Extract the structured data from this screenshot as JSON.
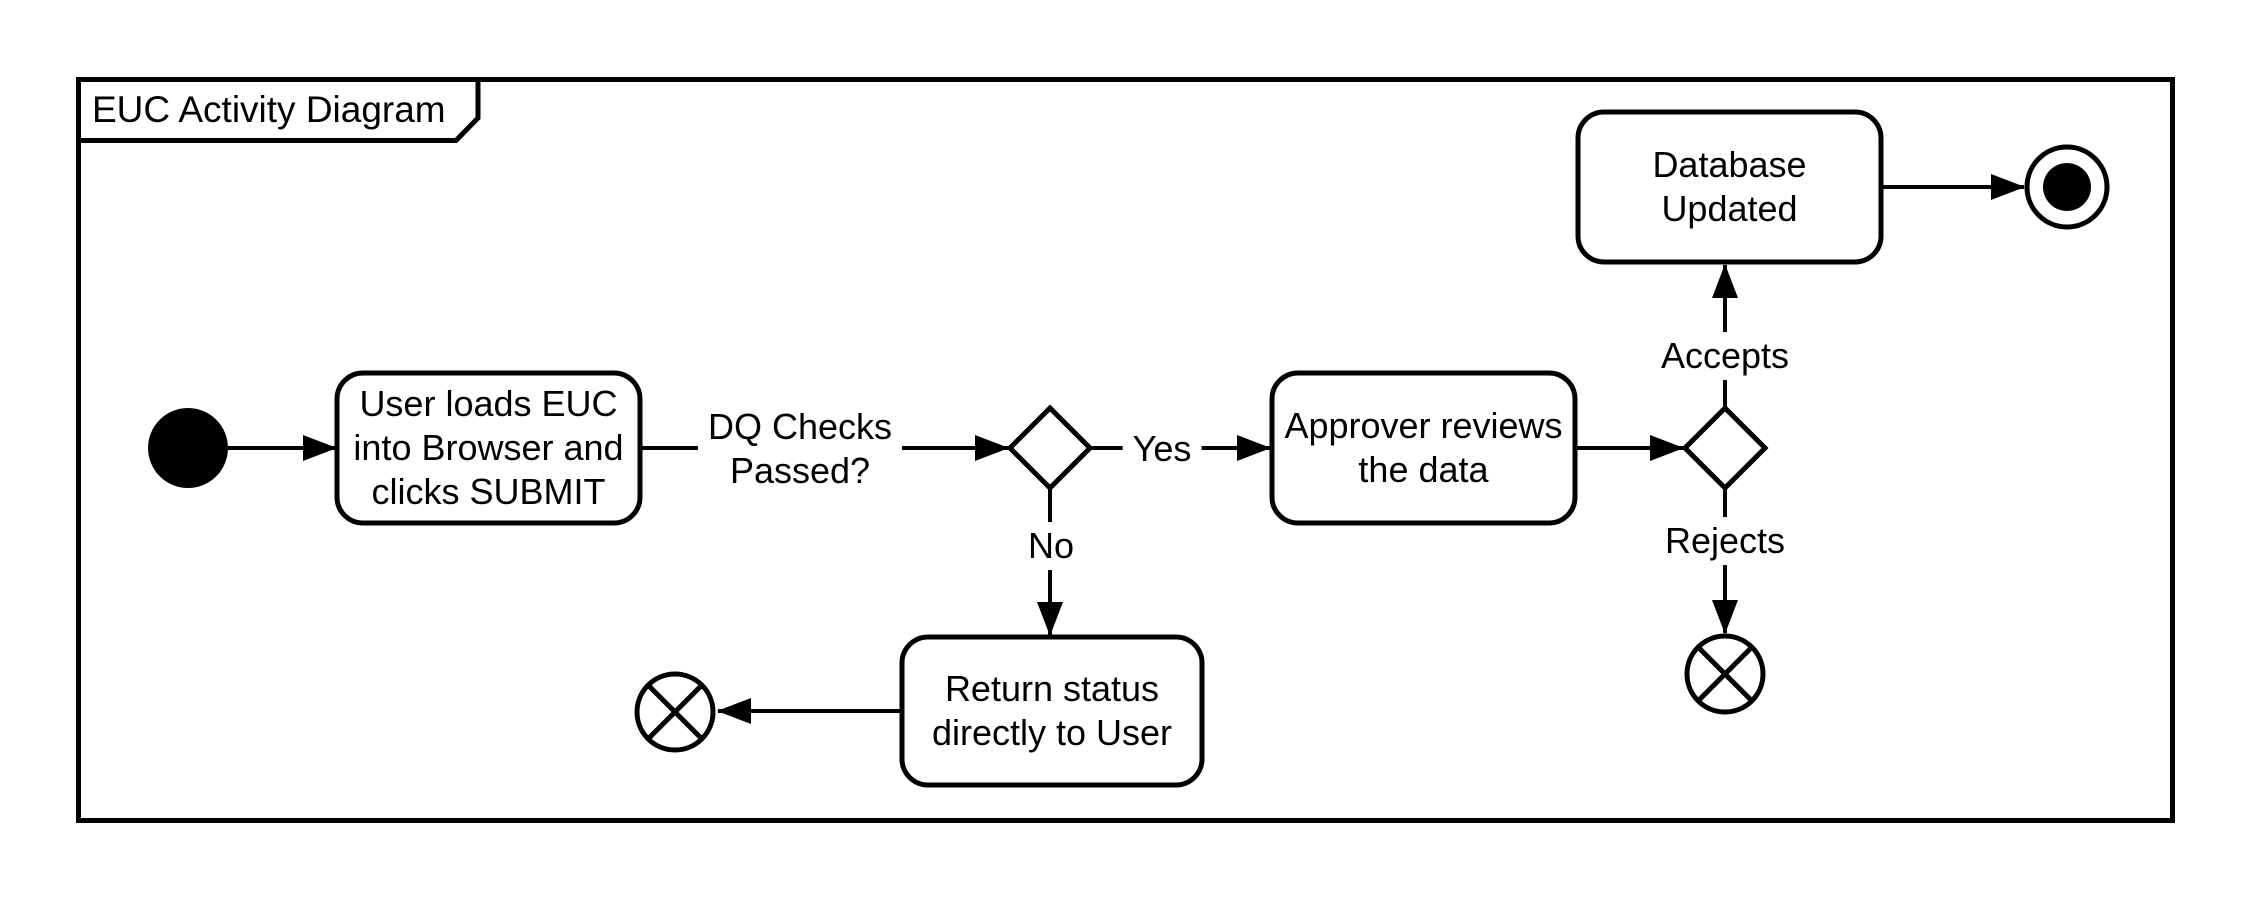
{
  "diagram": {
    "title": "EUC Activity Diagram",
    "colors": {
      "stroke": "#000000",
      "background": "#ffffff"
    },
    "nodes": {
      "start": {
        "kind": "initial-node"
      },
      "user_loads": {
        "label": "User loads EUC\ninto Browser and\nclicks SUBMIT"
      },
      "decision_dq": {
        "kind": "decision-diamond"
      },
      "approver_reviews": {
        "label": "Approver reviews\nthe data"
      },
      "decision_approver": {
        "kind": "decision-diamond"
      },
      "return_status": {
        "label": "Return status\ndirectly to User"
      },
      "database_updated": {
        "label": "Database\nUpdated"
      },
      "flow_final_left": {
        "kind": "flow-final-x-circle"
      },
      "flow_final_right": {
        "kind": "flow-final-x-circle"
      },
      "activity_final": {
        "kind": "activity-final-bullseye"
      }
    },
    "edges": {
      "dq_label": "DQ Checks\nPassed?",
      "yes_label": "Yes",
      "no_label": "No",
      "accepts_label": "Accepts",
      "rejects_label": "Rejects"
    }
  }
}
